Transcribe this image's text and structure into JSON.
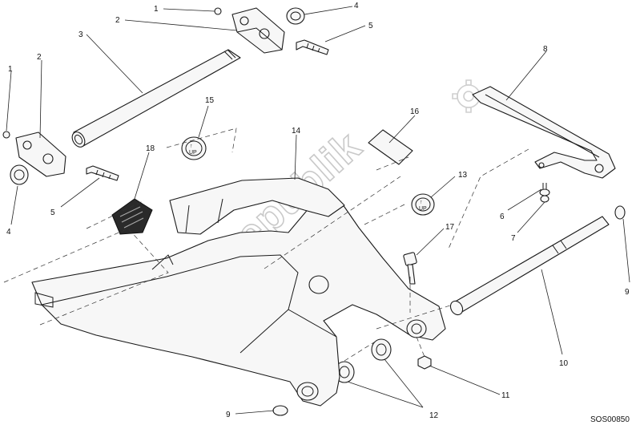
{
  "diagram": {
    "code": "SOS00850",
    "watermark": "PartsRepublik",
    "callouts": {
      "c1a": "1",
      "c1b": "1",
      "c2a": "2",
      "c2b": "2",
      "c3": "3",
      "c4a": "4",
      "c4b": "4",
      "c5a": "5",
      "c5b": "5",
      "c6": "6",
      "c7": "7",
      "c8": "8",
      "c9a": "9",
      "c9b": "9",
      "c10": "10",
      "c11": "11",
      "c12": "12",
      "c13": "13",
      "c14": "14",
      "c15": "15",
      "c16": "16",
      "c17": "17",
      "c18": "18"
    }
  }
}
